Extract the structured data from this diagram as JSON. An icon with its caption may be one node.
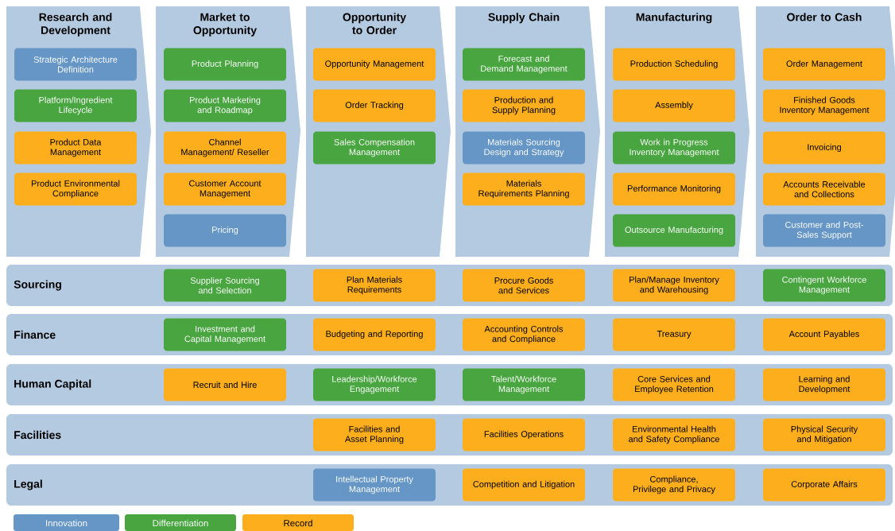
{
  "diagram": {
    "nodes": [
      {
        "text": [
          "Research and Development"
        ]
      },
      {
        "text": [
          "Strategic Architecture Definition"
        ],
        "in": 0
      },
      {
        "text": [
          "Platform/Ingredient Lifecycle"
        ],
        "in": 0
      },
      {
        "text": [
          "Product Data Management"
        ],
        "in": 0
      },
      {
        "text": [
          "Product Environmental Compliance"
        ],
        "in": 0
      },
      {
        "text": [
          "Market to Opportunity"
        ]
      },
      {
        "text": [
          "Product Planning"
        ],
        "in": 5
      },
      {
        "text": [
          "Product Marketing and Roadmap"
        ],
        "in": 5
      },
      {
        "text": [
          "Channel Management/ Reseller"
        ],
        "in": 5
      },
      {
        "text": [
          "Customer Account Management"
        ],
        "in": 5
      },
      {
        "text": [
          "Pricing"
        ],
        "in": 5
      },
      {
        "text": [
          "Opportunity to Order"
        ]
      },
      {
        "text": [
          "Opportunity Management"
        ],
        "in": 11
      },
      {
        "text": [
          "Order Tracking"
        ],
        "in": 11
      },
      {
        "text": [
          "Sales Compensation Management"
        ],
        "in": 11
      },
      {
        "text": [
          "Supply Chain"
        ]
      },
      {
        "text": [
          "Forecast and Demand Management"
        ],
        "in": 15
      },
      {
        "text": [
          "Production and Supply Planning"
        ],
        "in": 15
      },
      {
        "text": [
          "Materials Sourcing Design and Strategy"
        ],
        "in": 15
      },
      {
        "text": [
          "Materials Requirements Planning"
        ],
        "in": 15
      },
      {
        "text": [
          "Manufacturing"
        ]
      },
      {
        "text": [
          "Production Scheduling"
        ],
        "in": 20
      },
      {
        "text": [
          "Assembly"
        ],
        "in": 20
      },
      {
        "text": [
          "Work in Progress Inventory Management"
        ],
        "in": 20
      },
      {
        "text": [
          "Performance Monitoring"
        ],
        "in": 20
      },
      {
        "text": [
          "Outsource Manufacturing"
        ],
        "in": 20
      },
      {
        "text": [
          "Order to Cash"
        ]
      },
      {
        "text": [
          "Order Management"
        ],
        "in": 26
      },
      {
        "text": [
          "Finished Goods Inventory Management"
        ],
        "in": 26
      },
      {
        "text": [
          "Invoicing"
        ],
        "in": 26
      },
      {
        "text": [
          "Accounts Receivable and Collections"
        ],
        "in": 26
      },
      {
        "text": [
          "Customer and Post-Sales Support"
        ],
        "in": 26
      },
      {
        "text": [
          "Sourcing"
        ]
      },
      {
        "text": [
          "Supplier Sourcing and Selection"
        ],
        "in": 32
      },
      {
        "text": [
          "Plan Materials Requirements"
        ],
        "in": 32
      },
      {
        "text": [
          "Procure Goods and Services"
        ],
        "in": 32
      },
      {
        "text": [
          "Plan/Manage Inventory and Warehousing"
        ],
        "in": 32
      },
      {
        "text": [
          "Contingent Workforce Management"
        ],
        "in": 32
      },
      {
        "text": [
          "Finance"
        ]
      },
      {
        "text": [
          "Investment and Capital Management"
        ],
        "in": 38
      },
      {
        "text": [
          "Budgeting and Reporting"
        ],
        "in": 38
      },
      {
        "text": [
          "Accounting Controls and Compliance"
        ],
        "in": 38
      },
      {
        "text": [
          "Treasury"
        ],
        "in": 38
      },
      {
        "text": [
          "Account Payables"
        ],
        "in": 38
      },
      {
        "text": [
          "Human Capital"
        ]
      },
      {
        "text": [
          "Recruit and Hire"
        ],
        "in": 44
      },
      {
        "text": [
          "Leadership/Workforce Engagement"
        ],
        "in": 44
      },
      {
        "text": [
          "Talent/Workforce Management"
        ],
        "in": 44
      },
      {
        "text": [
          "Core Services and Employee Retention"
        ],
        "in": 44
      },
      {
        "text": [
          "Learning and Development"
        ],
        "in": 44
      },
      {
        "text": [
          "Facilities"
        ]
      },
      {
        "text": [
          "Facilities and Asset Planning"
        ],
        "in": 50
      },
      {
        "text": [
          "Facilities Operations"
        ],
        "in": 50
      },
      {
        "text": [
          "Environmental Health and Safety Compliance"
        ],
        "in": 50
      },
      {
        "text": [
          "Physical Security and Mitigation"
        ],
        "in": 50
      },
      {
        "text": [
          "Legal"
        ]
      },
      {
        "text": [
          "Intellectual Property Management"
        ],
        "in": 55
      },
      {
        "text": [
          "Competition and Litigation"
        ],
        "in": 55
      },
      {
        "text": [
          "Compliance, Privilege and Privacy"
        ],
        "in": 55
      },
      {
        "text": [
          "Corporate Affairs"
        ],
        "in": 55
      }
    ],
    "legend": [
      {
        "text": "Innovation",
        "color": "#6596c5"
      },
      {
        "text": "Differentiation",
        "color": "#48a540"
      },
      {
        "text": "Record",
        "color": "#fcae1d"
      }
    ]
  }
}
